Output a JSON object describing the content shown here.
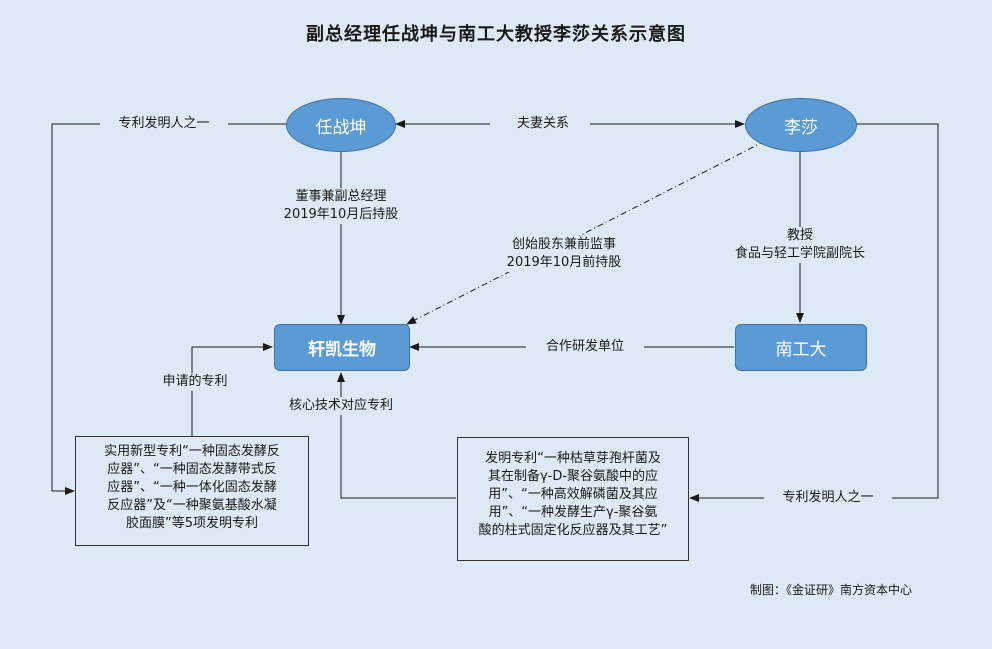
{
  "title": "副总经理任战坤与南工大教授李莎关系示意图",
  "nodes": {
    "ren": "任战坤",
    "li": "李莎",
    "xuankai": "轩凯生物",
    "nangongda": "南工大"
  },
  "edges": {
    "spouse": "夫妻关系",
    "ren_to_xuankai_line1": "董事兼副总经理",
    "ren_to_xuankai_line2": "2019年10月后持股",
    "li_to_xuankai_line1": "创始股东兼前监事",
    "li_to_xuankai_line2": "2019年10月前持股",
    "li_to_nangongda_line1": "教授",
    "li_to_nangongda_line2": "食品与轻工学院副院长",
    "nangongda_to_xuankai": "合作研发单位",
    "ren_inventor": "专利发明人之一",
    "li_inventor": "专利发明人之一",
    "applied_patent": "申请的专利",
    "core_tech_patent": "核心技术对应专利"
  },
  "boxes": {
    "utility_patents": {
      "lines": [
        "实用新型专利“一种固态发酵反",
        "应器”、“一种固态发酵带式反",
        "应器”、“一种一体化固态发酵",
        "反应器”及“一种聚氨基酸水凝",
        "胶面膜”等5项发明专利"
      ]
    },
    "invention_patents": {
      "lines": [
        "发明专利“一种枯草芽孢杆菌及",
        "其在制备γ-D-聚谷氨酸中的应",
        "用”、“一种高效解磷菌及其应",
        "用”、“一种发酵生产γ-聚谷氨",
        "酸的柱式固定化反应器及其工艺”"
      ]
    }
  },
  "credit": "制图：《金证研》南方资本中心",
  "colors": {
    "background": "#dde9f4",
    "node_fill": "#5b9bd5",
    "node_border": "#41719c",
    "line": "#1a1a1a"
  }
}
